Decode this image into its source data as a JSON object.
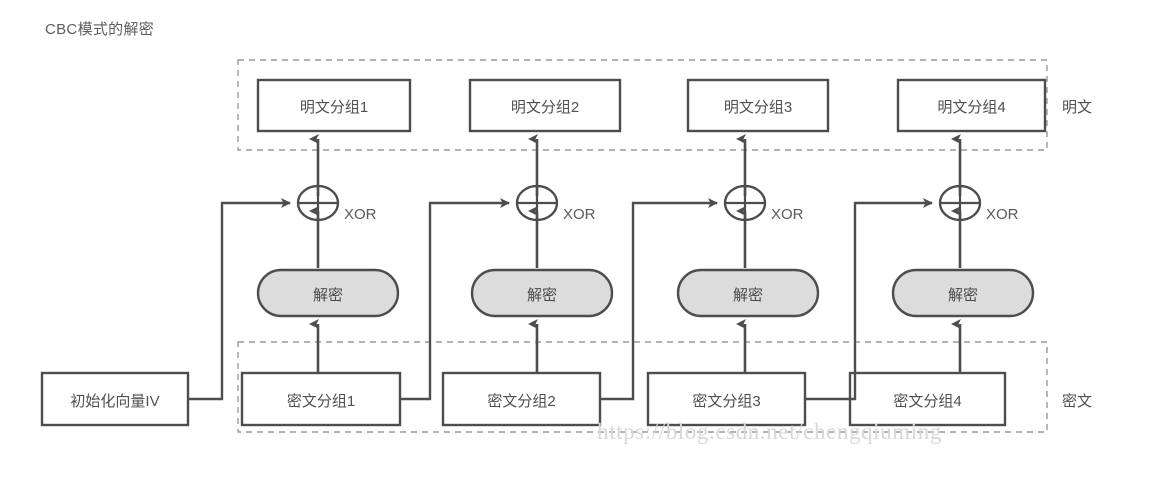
{
  "title": "CBC模式的解密",
  "watermark": "https://blog.csdn.net/chengqiuming",
  "groups": {
    "plaintext_label": "明文",
    "ciphertext_label": "密文"
  },
  "iv": {
    "label": "初始化向量IV"
  },
  "xor_label": "XOR",
  "decrypt_label": "解密",
  "columns": [
    {
      "plaintext": "明文分组1",
      "ciphertext": "密文分组1",
      "decrypt": "解密",
      "xor": "XOR"
    },
    {
      "plaintext": "明文分组2",
      "ciphertext": "密文分组2",
      "decrypt": "解密",
      "xor": "XOR"
    },
    {
      "plaintext": "明文分组3",
      "ciphertext": "密文分组3",
      "decrypt": "解密",
      "xor": "XOR"
    },
    {
      "plaintext": "明文分组4",
      "ciphertext": "密文分组4",
      "decrypt": "解密",
      "xor": "XOR"
    }
  ],
  "colors": {
    "stroke": "#4d4d4d",
    "oval_fill": "#dcdcdc",
    "box_fill": "#ffffff",
    "dashed_stroke": "#9a9a9a",
    "background": "#ffffff",
    "text": "#4a4a4a",
    "watermark": "#d8d8d8"
  }
}
